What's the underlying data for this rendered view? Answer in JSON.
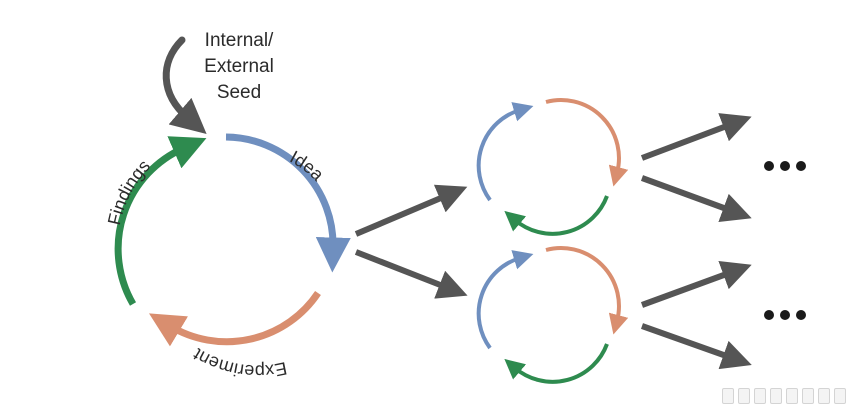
{
  "seed": {
    "lines": [
      "Internal/",
      "External",
      "Seed"
    ]
  },
  "cycle": {
    "idea_label": "Idea",
    "experiment_label": "Experiment",
    "findings_label": "Findings"
  },
  "ellipsis": [
    "•••",
    "•••"
  ],
  "colors": {
    "idea": "#6f8fbf",
    "experiment": "#d98e6f",
    "findings": "#2e8b4f",
    "arrow": "#555555",
    "text": "#2b2b2b"
  }
}
